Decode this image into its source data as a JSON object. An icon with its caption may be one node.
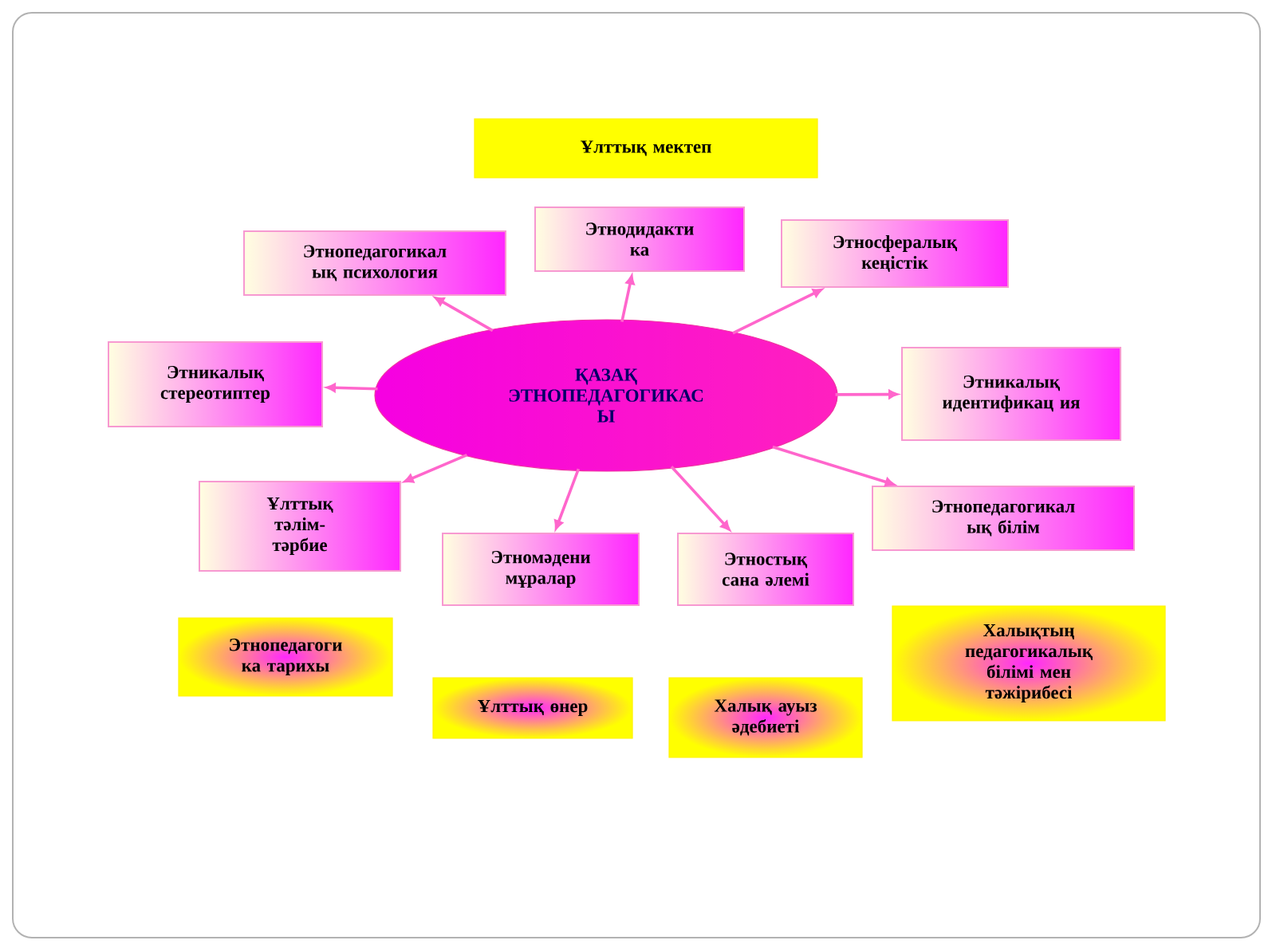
{
  "diagram": {
    "nodes": [
      {
        "text": [
          "ҚАЗАҚ ЭТНОПЕДАГОГИКАС Ы"
        ]
      },
      {
        "text": [
          "Ұлттық мектеп"
        ]
      },
      {
        "text": [
          "Этнодидакти ка"
        ]
      },
      {
        "text": [
          "Этнопедагогикал ық психология"
        ]
      },
      {
        "text": [
          "Этносфералық кеңістік"
        ]
      },
      {
        "text": [
          "Этникалық стереотиптер"
        ]
      },
      {
        "text": [
          "Этникалық идентификац ия"
        ]
      },
      {
        "text": [
          "Ұлттық тәлім- тәрбие"
        ]
      },
      {
        "text": [
          "Этнопедагогикал ық білім"
        ]
      },
      {
        "text": [
          "Этномәдени мұралар"
        ]
      },
      {
        "text": [
          "Этностық сана әлемі"
        ]
      },
      {
        "text": [
          "Этнопедагоги ка  тарихы"
        ]
      },
      {
        "text": [
          "Ұлттық өнер"
        ]
      },
      {
        "text": [
          "Халық ауыз әдебиеті"
        ]
      },
      {
        "text": [
          "Халықтың педагогикалық білімі мен тәжірибесі"
        ]
      }
    ],
    "edges": [
      {
        "from": 0,
        "to": 2,
        "arrow": "to"
      },
      {
        "from": 0,
        "to": 3,
        "arrow": "to"
      },
      {
        "from": 0,
        "to": 4,
        "arrow": "to"
      },
      {
        "from": 0,
        "to": 5,
        "arrow": "to"
      },
      {
        "from": 0,
        "to": 6,
        "arrow": "to"
      },
      {
        "from": 0,
        "to": 7,
        "arrow": "to"
      },
      {
        "from": 0,
        "to": 8,
        "arrow": "to"
      },
      {
        "from": 0,
        "to": 9,
        "arrow": "to"
      },
      {
        "from": 0,
        "to": 10,
        "arrow": "to"
      }
    ]
  }
}
